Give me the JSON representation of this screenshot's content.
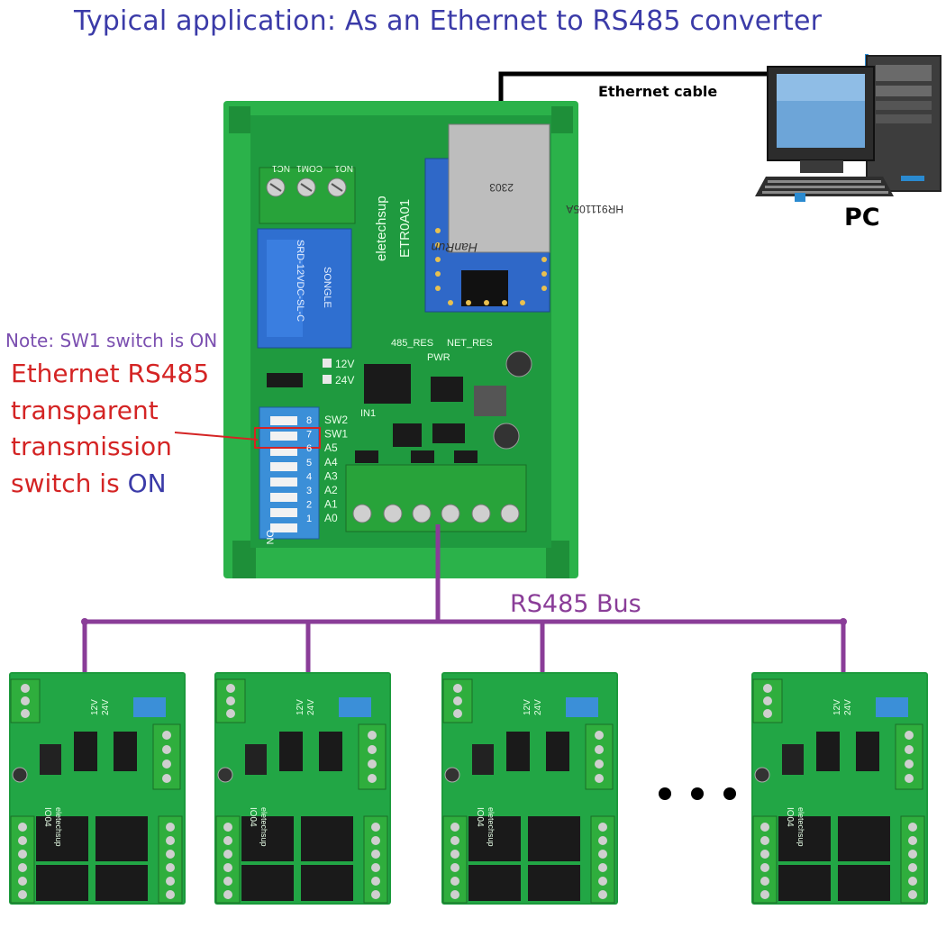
{
  "title": "Typical application: As an Ethernet to RS485 converter",
  "ethernet_cable_label": "Ethernet cable",
  "pc_label": "PC",
  "note": "Note: SW1 switch is ON",
  "description": {
    "line1": "Ethernet RS485",
    "line2": "transparent",
    "line3": "transmission",
    "line4_prefix": "switch is ",
    "line4_on": "ON"
  },
  "bus_label": "RS485 Bus",
  "ellipsis": "• • •",
  "main_board": {
    "brand": "eletechsup",
    "model": "ETR0A01",
    "relay_model": "SRD-12VDC-SL-C",
    "relay_brand": "SONGLE",
    "jack_brand": "HanRun",
    "jack_model": "HR911105A",
    "jack_code": "2303",
    "relay_terminals": [
      "NO1",
      "COM1",
      "NC1"
    ],
    "power_options": [
      "12V",
      "24V"
    ],
    "dip_labels": [
      "SW2",
      "SW1",
      "A5",
      "A4",
      "A3",
      "A2",
      "A1",
      "A0"
    ],
    "dip_numbers": [
      "8",
      "7",
      "6",
      "5",
      "4",
      "3",
      "2",
      "1"
    ],
    "dip_on_label": "ON",
    "res_labels": [
      "485_RES",
      "NET_RES"
    ],
    "pwr_label": "PWR",
    "in_label": "IN1"
  },
  "slave_board": {
    "count_shown": 4,
    "model": "IO04",
    "brand": "eletechsup",
    "power_options": [
      "12V",
      "24V"
    ]
  },
  "colors": {
    "title": "#3b3ba8",
    "note": "#7b4fb0",
    "warning": "#d42424",
    "bus": "#8a3d98",
    "board_green": "#1f9a3f",
    "terminal_green": "#2e9e3a"
  }
}
